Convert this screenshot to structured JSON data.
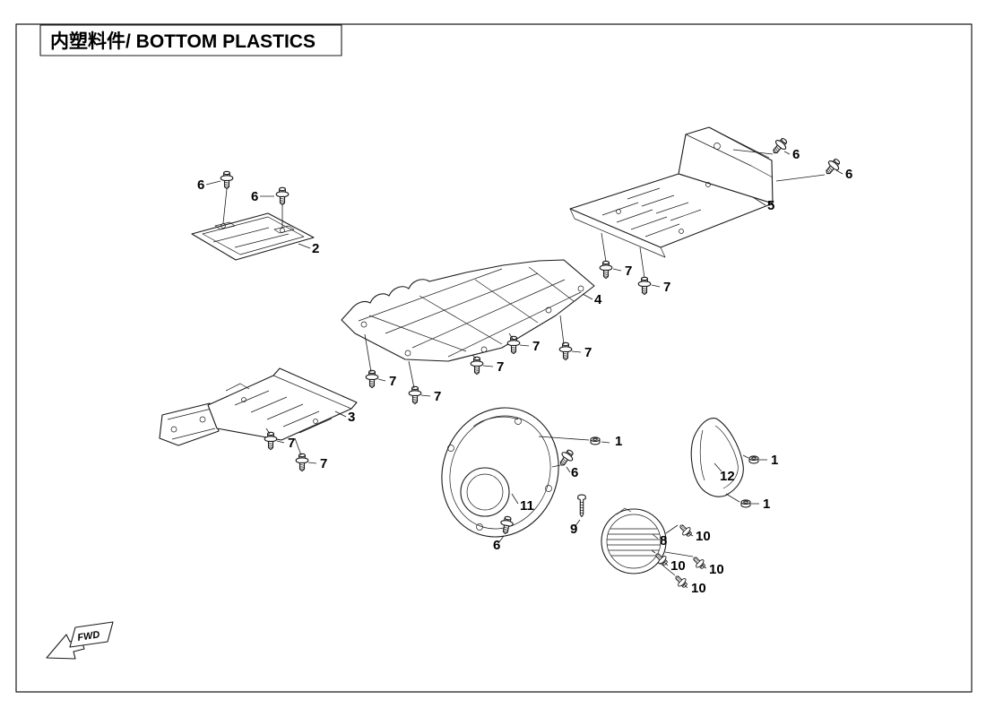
{
  "page": {
    "title": "内塑料件/ BOTTOM PLASTICS",
    "fwd_label": "FWD"
  },
  "callouts": [
    {
      "label": "6"
    },
    {
      "label": "6"
    },
    {
      "label": "2"
    },
    {
      "label": "6"
    },
    {
      "label": "6"
    },
    {
      "label": "5"
    },
    {
      "label": "7"
    },
    {
      "label": "7"
    },
    {
      "label": "4"
    },
    {
      "label": "7"
    },
    {
      "label": "7"
    },
    {
      "label": "7"
    },
    {
      "label": "7"
    },
    {
      "label": "7"
    },
    {
      "label": "3"
    },
    {
      "label": "7"
    },
    {
      "label": "7"
    },
    {
      "label": "1"
    },
    {
      "label": "6"
    },
    {
      "label": "11"
    },
    {
      "label": "9"
    },
    {
      "label": "6"
    },
    {
      "label": "12"
    },
    {
      "label": "1"
    },
    {
      "label": "1"
    },
    {
      "label": "8"
    },
    {
      "label": "10"
    },
    {
      "label": "10"
    },
    {
      "label": "10"
    },
    {
      "label": "10"
    }
  ],
  "colors": {
    "line": "#1a1a1a",
    "background": "#ffffff"
  }
}
